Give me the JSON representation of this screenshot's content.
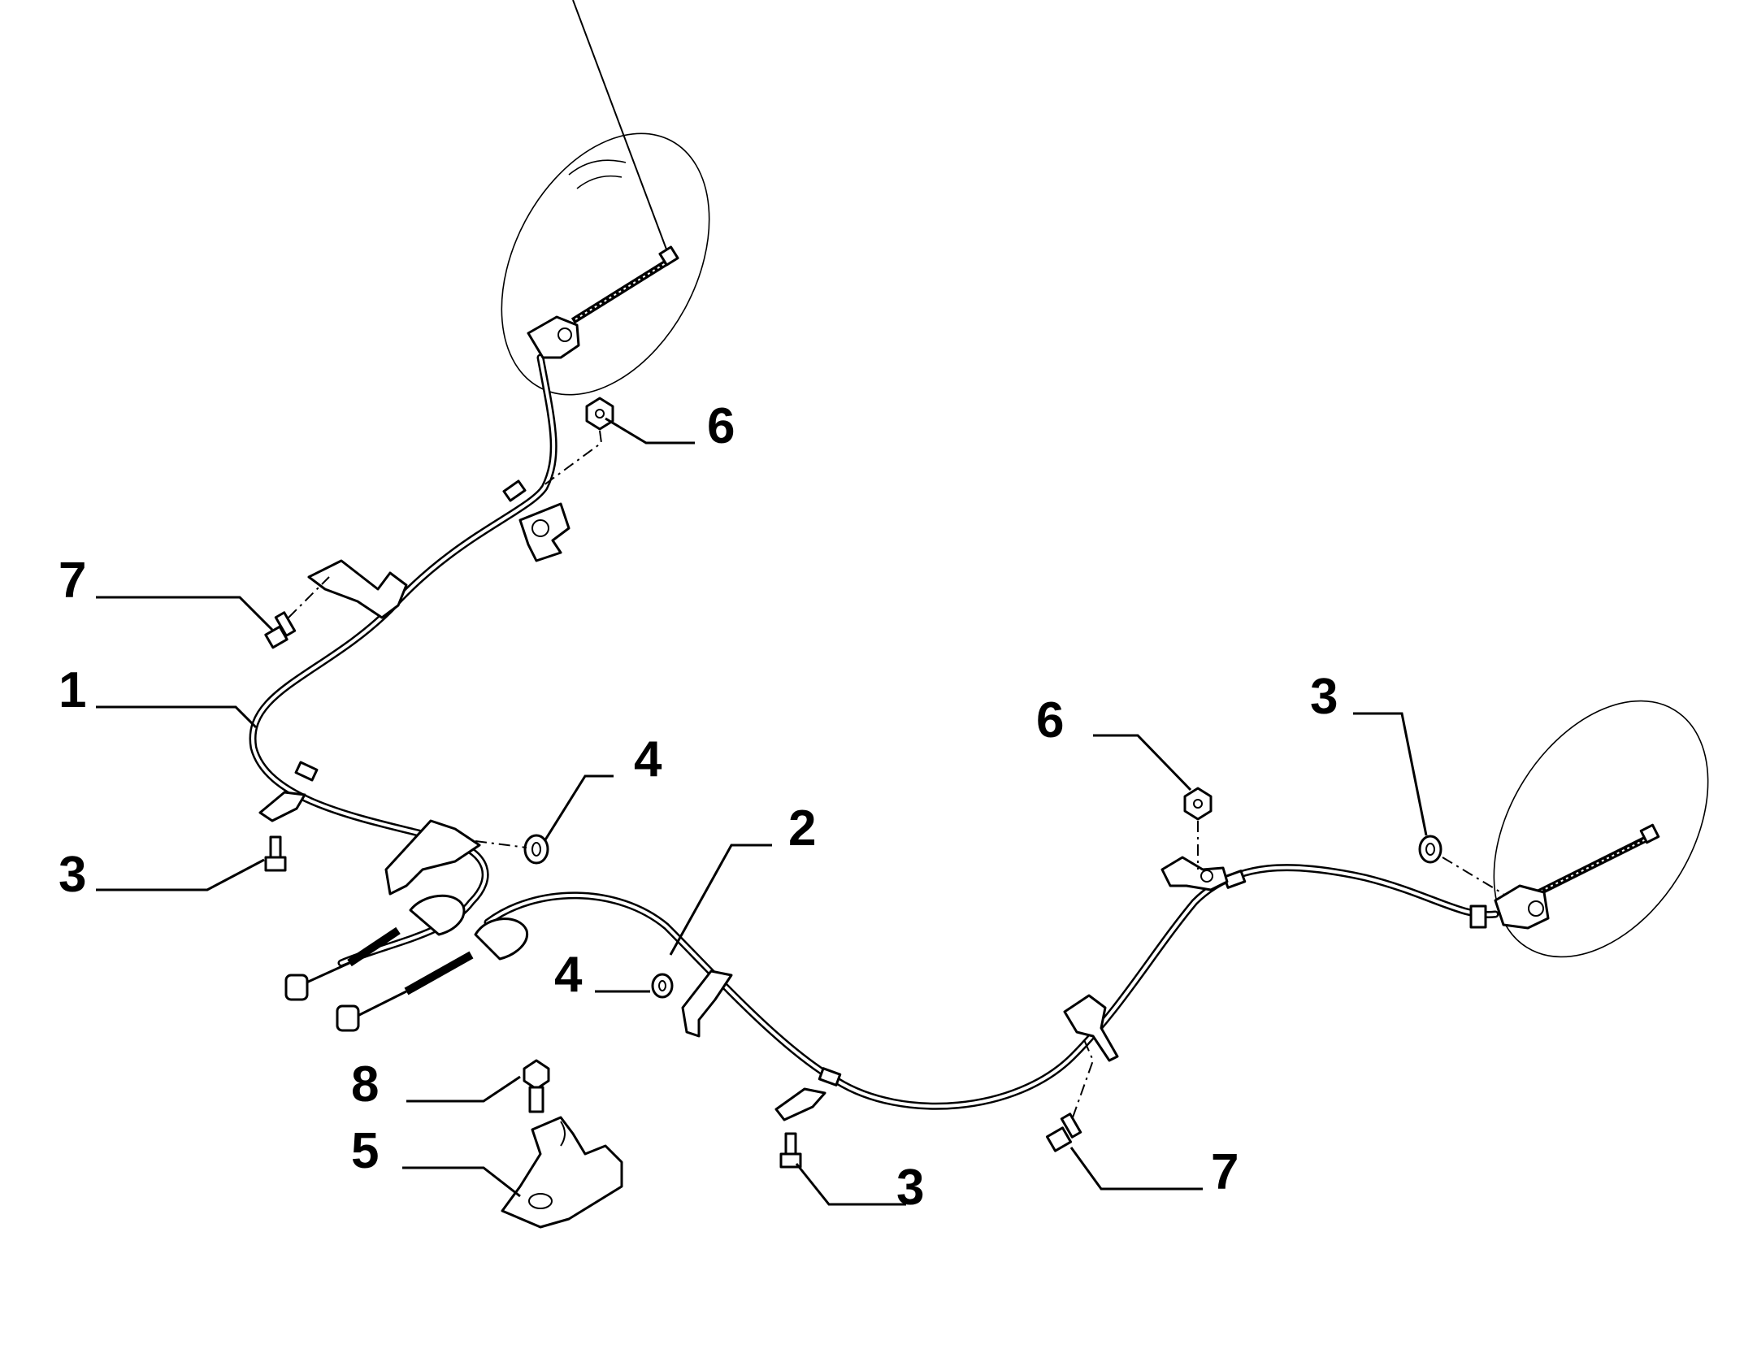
{
  "callouts": [
    {
      "id": "c1",
      "label": "1"
    },
    {
      "id": "c2",
      "label": "2"
    },
    {
      "id": "c3a",
      "label": "3"
    },
    {
      "id": "c3b",
      "label": "3"
    },
    {
      "id": "c3c",
      "label": "3"
    },
    {
      "id": "c4a",
      "label": "4"
    },
    {
      "id": "c4b",
      "label": "4"
    },
    {
      "id": "c5",
      "label": "5"
    },
    {
      "id": "c6a",
      "label": "6"
    },
    {
      "id": "c6b",
      "label": "6"
    },
    {
      "id": "c7a",
      "label": "7"
    },
    {
      "id": "c7b",
      "label": "7"
    },
    {
      "id": "c8",
      "label": "8"
    }
  ]
}
